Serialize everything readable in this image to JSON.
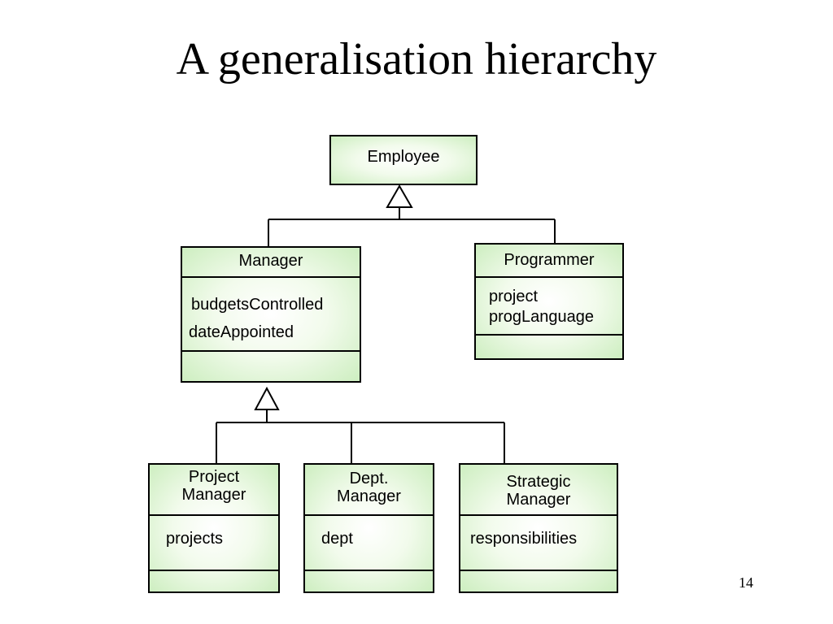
{
  "title": "A generalisation hierarchy",
  "page_number": "14",
  "classes": {
    "employee": {
      "name": "Employee"
    },
    "manager": {
      "name": "Manager",
      "attributes": [
        "budgetsControlled",
        "dateAppointed"
      ]
    },
    "programmer": {
      "name": "Programmer",
      "attributes": [
        "project",
        "progLanguage"
      ]
    },
    "project_manager": {
      "name": [
        "Project",
        "Manager"
      ],
      "attributes": [
        "projects"
      ]
    },
    "dept_manager": {
      "name": [
        "Dept.",
        "Manager"
      ],
      "attributes": [
        "dept"
      ]
    },
    "strategic_manager": {
      "name": [
        "Strategic",
        "Manager"
      ],
      "attributes": [
        "responsibilities"
      ]
    }
  },
  "colors": {
    "box_fill": "#cdeec0",
    "line": "#000000"
  }
}
